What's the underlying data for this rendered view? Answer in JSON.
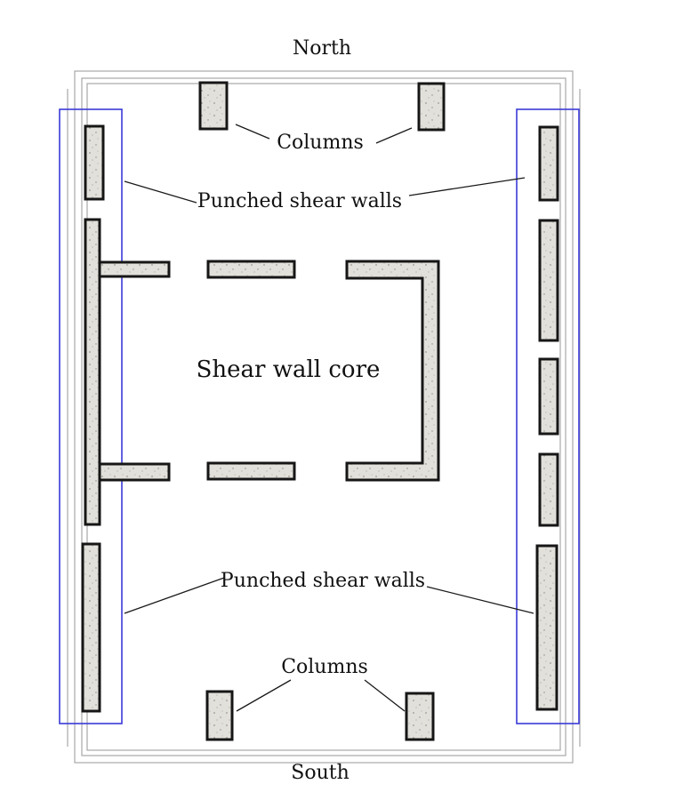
{
  "orientation": {
    "north": "North",
    "south": "South"
  },
  "labels": {
    "columns_top": "Columns",
    "punched_top": "Punched shear walls",
    "core": "Shear wall core",
    "punched_bottom": "Punched shear walls",
    "columns_bottom": "Columns"
  },
  "colors": {
    "highlight_box": "#3a3ad8",
    "wall_fill": "#dedcd6",
    "wall_outline": "#161616",
    "frame_line": "#a8a8a8"
  }
}
